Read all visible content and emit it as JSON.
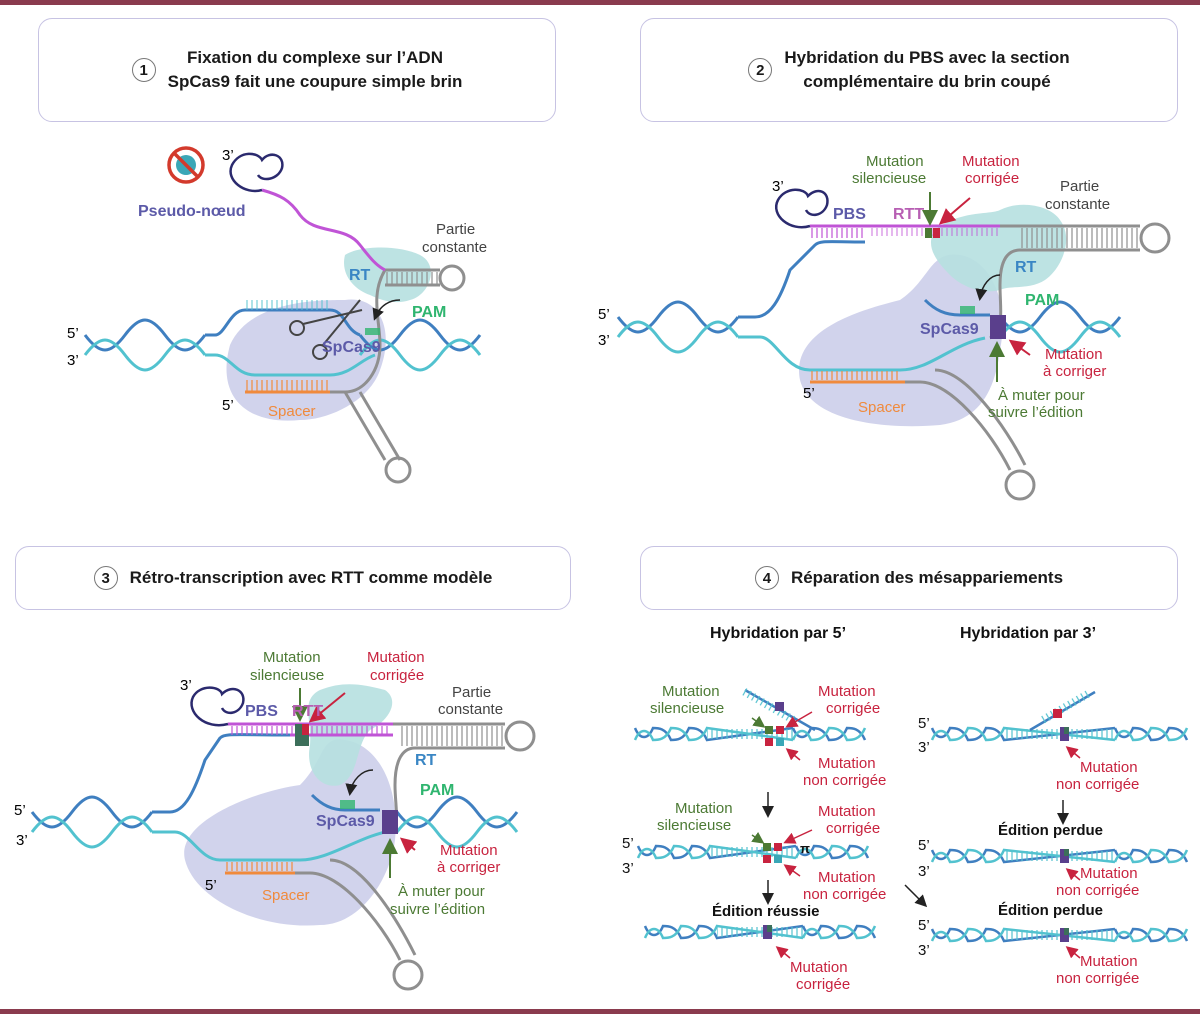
{
  "colors": {
    "rule": "#8a3b4e",
    "box_border": "#c7c3e3",
    "dna_dark": "#3f7fc0",
    "dna_light": "#52c2cf",
    "guide_gray": "#8f8f8f",
    "extension_magenta": "#c054d6",
    "pbs_label": "#5c5aa8",
    "rtt_label": "#b75fb3",
    "rt_label": "#3a86c4",
    "pam_label": "#2fb56f",
    "spcas9_label": "#5c5aa8",
    "spacer": "#f08a3c",
    "mutation_green": "#4c7a34",
    "mutation_red": "#c8233f",
    "cas9_blob": "#c9cbe9",
    "rt_blob": "#b6e0e0",
    "partie_label": "#444444"
  },
  "steps": [
    {
      "number": "1",
      "title_line1": "Fixation du complexe sur l’ADN",
      "title_line2": "SpCas9 fait une coupure simple brin"
    },
    {
      "number": "2",
      "title_line1": "Hybridation du PBS avec la section",
      "title_line2": "complémentaire du brin coupé"
    },
    {
      "number": "3",
      "title_line1": "Rétro-transcription avec RTT comme modèle"
    },
    {
      "number": "4",
      "title_line1": "Réparation des mésappariements"
    }
  ],
  "labels": {
    "five_prime": "5’",
    "three_prime": "3’",
    "pseudo_noeud": "Pseudo-nœud",
    "partie": "Partie",
    "constante": "constante",
    "rt": "RT",
    "pam": "PAM",
    "spcas9": "SpCas9",
    "spacer": "Spacer",
    "pbs": "PBS",
    "rtt": "RTT",
    "mutation": "Mutation",
    "silencieuse": "silencieuse",
    "corrigee": "corrigée",
    "a_corriger": "à corriger",
    "a_muter_1": "À muter pour",
    "a_muter_2": "suivre l’édition",
    "non_corrigee": "non corrigée"
  },
  "step4": {
    "left_title": "Hybridation par 5’",
    "right_title": "Hybridation par 3’",
    "edition_reussie": "Édition réussie",
    "edition_perdue": "Édition perdue"
  },
  "icons": {
    "no_entry": "prohibition-icon",
    "scissors": "scissors-icon"
  }
}
